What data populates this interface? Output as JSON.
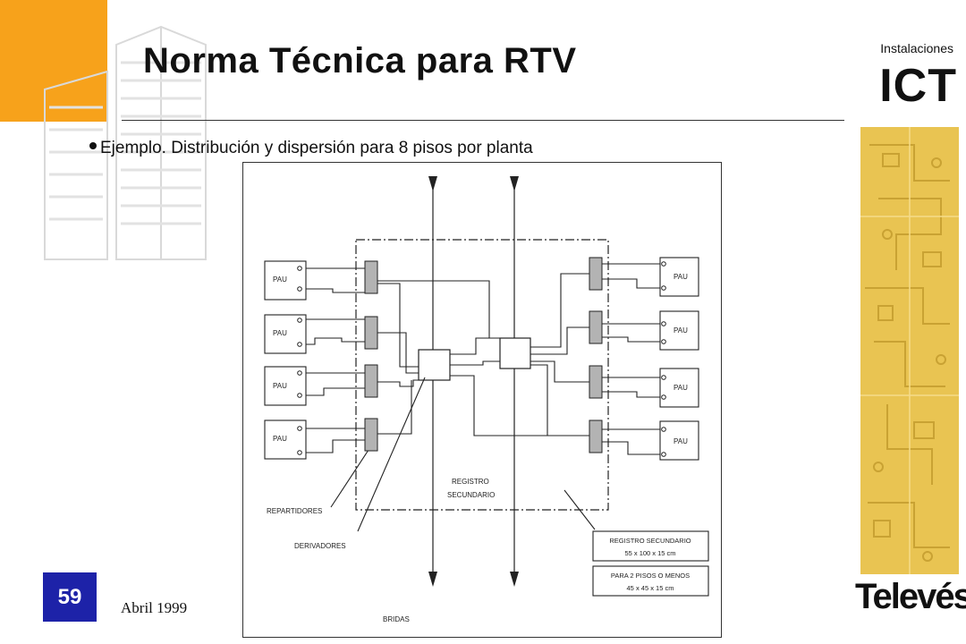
{
  "header": {
    "title": "Norma Técnica para RTV",
    "section_small": "Instalaciones",
    "section_big": "ICT"
  },
  "bullet": "Ejemplo. Distribución y dispersión para 8 pisos por planta",
  "diagram": {
    "pau_label": "PAU",
    "registro_label_line1": "REGISTRO",
    "registro_label_line2": "SECUNDARIO",
    "repartidores_label": "REPARTIDORES",
    "derivadores_label": "DERIVADORES",
    "bridas_label": "BRIDAS",
    "box1_line1": "REGISTRO SECUNDARIO",
    "box1_line2": "55 x 100 x 15 cm",
    "box2_line1": "PARA 2 PISOS O MENOS",
    "box2_line2": "45 x 45 x 15 cm"
  },
  "footer": {
    "page_number": "59",
    "date": "Abril 1999",
    "brand": "Televés"
  },
  "colors": {
    "accent_orange": "#f7a21b",
    "page_badge_blue": "#1d22a8",
    "side_strip_gold": "#e9c452"
  }
}
